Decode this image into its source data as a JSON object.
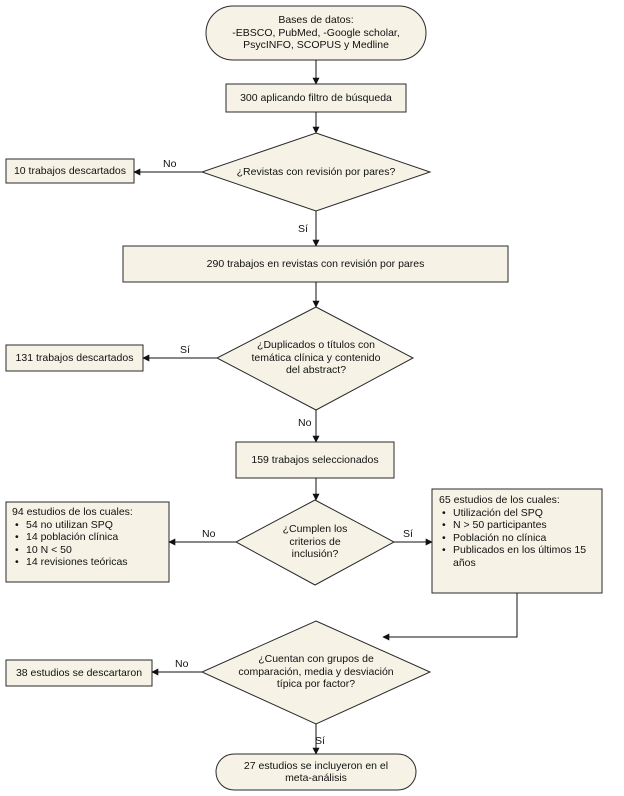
{
  "nodes": {
    "databases": [
      "Bases de datos:",
      "-EBSCO, PubMed, -Google scholar,",
      "PsycINFO, SCOPUS y Medline"
    ],
    "filter": "300 aplicando filtro de búsqueda",
    "peer_review_question": "¿Revistas con revisión por pares?",
    "discarded_10": "10 trabajos descartados",
    "peer_reviewed_290": "290 trabajos en revistas con revisión por pares",
    "duplicates_question": [
      "¿Duplicados o títulos con",
      "temática clínica y contenido",
      "del abstract?"
    ],
    "discarded_131": "131 trabajos descartados",
    "selected_159": "159 trabajos seleccionados",
    "criteria_question": [
      "¿Cumplen los",
      "criterios de",
      "inclusión?"
    ],
    "excluded_94": {
      "title": "94 estudios de los cuales:",
      "items": [
        "54 no utilizan SPQ",
        "14 población clínica",
        "10 N < 50",
        "14 revisiones teóricas"
      ]
    },
    "included_65": {
      "title": "65 estudios de los cuales:",
      "items": [
        "Utilización del SPQ",
        "N > 50 participantes",
        "Población no clínica",
        "Publicados en los últimos 15 años"
      ]
    },
    "groups_question": [
      "¿Cuentan con grupos de",
      "comparación, media y desviación",
      "típica por factor?"
    ],
    "discarded_38": "38 estudios se descartaron",
    "included_27": [
      "27 estudios se incluyeron en el",
      "meta-análisis"
    ]
  },
  "edge_labels": {
    "peer_no": "No",
    "peer_yes": "Sí",
    "dup_yes": "Sí",
    "dup_no": "No",
    "criteria_no": "No",
    "criteria_yes": "Sí",
    "groups_no": "No",
    "groups_yes": "Sí"
  }
}
